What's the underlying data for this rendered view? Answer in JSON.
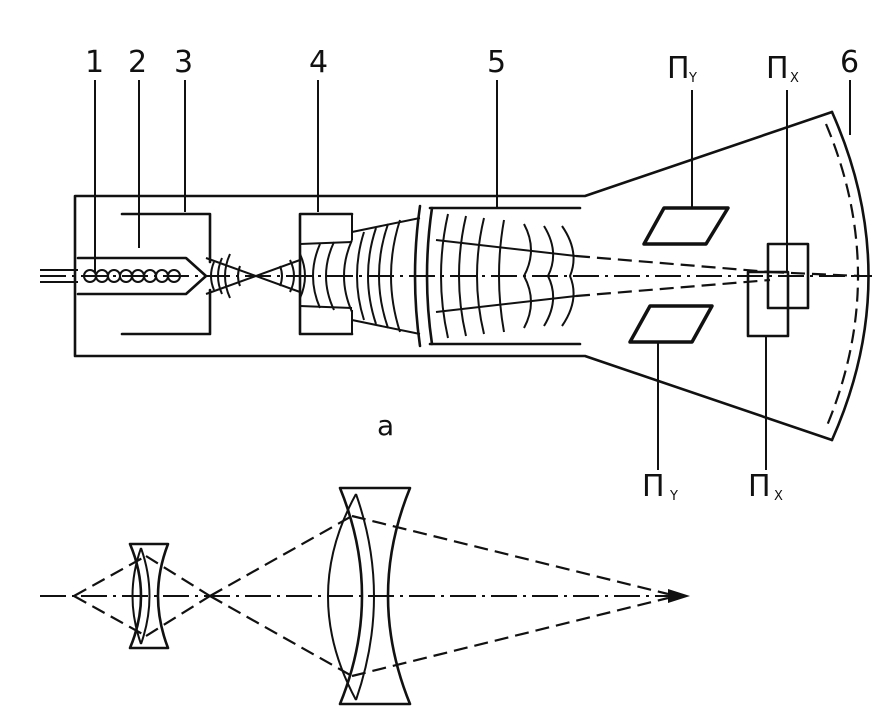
{
  "diagram": {
    "labels": {
      "n1": "1",
      "n2": "2",
      "n3": "3",
      "n4": "4",
      "n5": "5",
      "n6": "6",
      "py_top": "П",
      "py_top_sub": "Y",
      "px_top": "П",
      "px_top_sub": "X",
      "py_bottom": "П",
      "py_bottom_sub": "Y",
      "px_bottom": "П",
      "px_bottom_sub": "X",
      "caption": "а"
    }
  }
}
